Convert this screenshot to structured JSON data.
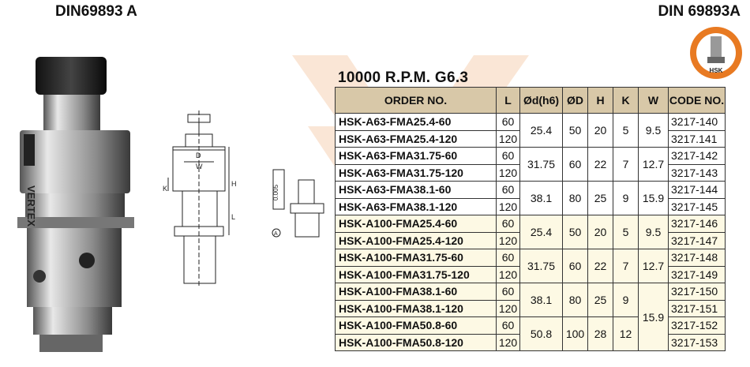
{
  "header": {
    "left_title": "DIN69893 A",
    "right_title": "DIN 69893A",
    "rpm_label": "10000 R.P.M. G6.3",
    "badge_label": "HSK",
    "brand_text": "VERTEX"
  },
  "table": {
    "headers": {
      "order": "ORDER NO.",
      "l": "L",
      "d": "Ød(h6)",
      "D": "ØD",
      "h": "H",
      "k": "K",
      "w": "W",
      "code": "CODE NO."
    },
    "rows": [
      {
        "order": "HSK-A63-FMA25.4-60",
        "l": "60",
        "code": "3217-140"
      },
      {
        "order": "HSK-A63-FMA25.4-120",
        "l": "120",
        "code": "3217.141"
      },
      {
        "order": "HSK-A63-FMA31.75-60",
        "l": "60",
        "code": "3217-142"
      },
      {
        "order": "HSK-A63-FMA31.75-120",
        "l": "120",
        "code": "3217-143"
      },
      {
        "order": "HSK-A63-FMA38.1-60",
        "l": "60",
        "code": "3217-144"
      },
      {
        "order": "HSK-A63-FMA38.1-120",
        "l": "120",
        "code": "3217-145"
      },
      {
        "order": "HSK-A100-FMA25.4-60",
        "l": "60",
        "code": "3217-146"
      },
      {
        "order": "HSK-A100-FMA25.4-120",
        "l": "120",
        "code": "3217-147"
      },
      {
        "order": "HSK-A100-FMA31.75-60",
        "l": "60",
        "code": "3217-148"
      },
      {
        "order": "HSK-A100-FMA31.75-120",
        "l": "120",
        "code": "3217-149"
      },
      {
        "order": "HSK-A100-FMA38.1-60",
        "l": "60",
        "code": "3217-150"
      },
      {
        "order": "HSK-A100-FMA38.1-120",
        "l": "120",
        "code": "3217-151"
      },
      {
        "order": "HSK-A100-FMA50.8-60",
        "l": "60",
        "code": "3217-152"
      },
      {
        "order": "HSK-A100-FMA50.8-120",
        "l": "120",
        "code": "3217-153"
      }
    ],
    "groups": [
      {
        "d": "25.4",
        "D": "50",
        "h": "20",
        "k": "5",
        "w": "9.5"
      },
      {
        "d": "31.75",
        "D": "60",
        "h": "22",
        "k": "7",
        "w": "12.7"
      },
      {
        "d": "38.1",
        "D": "80",
        "h": "25",
        "k": "9",
        "w": "15.9"
      },
      {
        "d": "25.4",
        "D": "50",
        "h": "20",
        "k": "5",
        "w": "9.5"
      },
      {
        "d": "31.75",
        "D": "60",
        "h": "22",
        "k": "7",
        "w": "12.7"
      },
      {
        "d": "38.1",
        "D": "80",
        "h": "25",
        "k": "9"
      },
      {
        "d": "50.8",
        "D": "100",
        "h": "28",
        "k": "12"
      }
    ],
    "merged_w_last": "15.9"
  },
  "drawing": {
    "labels": {
      "d": "d",
      "D": "D",
      "W": "W",
      "K": "K",
      "H": "H",
      "L": "L",
      "tol": "0.005",
      "a": "A"
    }
  },
  "colors": {
    "header_bg": "#d8c8a8",
    "alt_row_bg": "#fdf9e4",
    "badge_orange": "#e87a22"
  }
}
